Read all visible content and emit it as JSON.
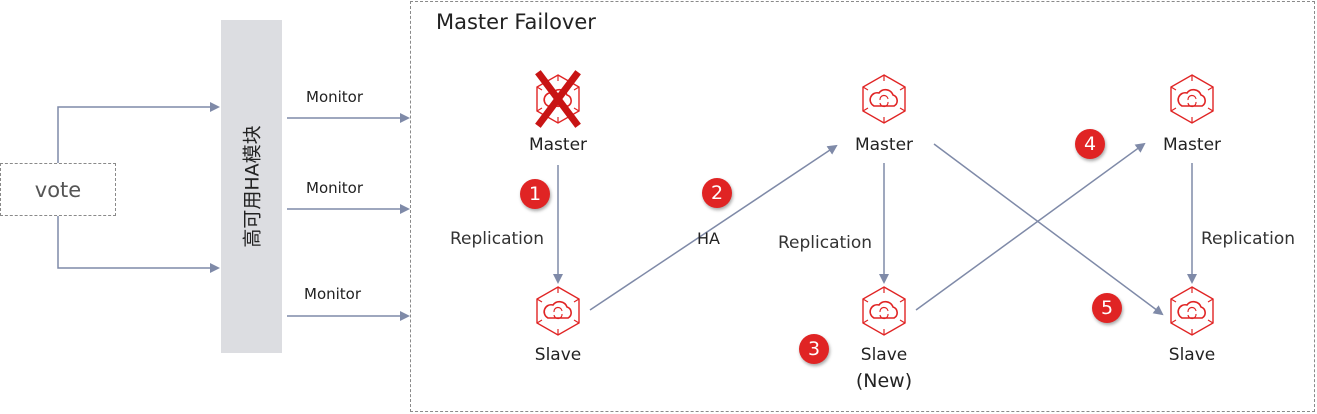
{
  "vote_label": "vote",
  "ha_module_label": "高可用HA模块",
  "monitor_labels": [
    "Monitor",
    "Monitor",
    "Monitor"
  ],
  "failover_title": "Master Failover",
  "nodes": {
    "old_master": "Master",
    "old_slave": "Slave",
    "mid_master": "Master",
    "mid_slave": "Slave",
    "mid_slave_note": "(New)",
    "right_master": "Master",
    "right_slave": "Slave"
  },
  "edge_labels": {
    "replication_1": "Replication",
    "ha": "HA",
    "replication_2": "Replication",
    "replication_3": "Replication"
  },
  "steps": [
    "1",
    "2",
    "3",
    "4",
    "5"
  ],
  "colors": {
    "arrow": "#7f8aa8",
    "db_icon": "#e02424",
    "badge": "#e02424",
    "failed_x": "#c81414",
    "ha_box": "#dcdde1"
  },
  "icons": {
    "database": "cloud-database-icon",
    "failed": "failed-x-icon"
  }
}
